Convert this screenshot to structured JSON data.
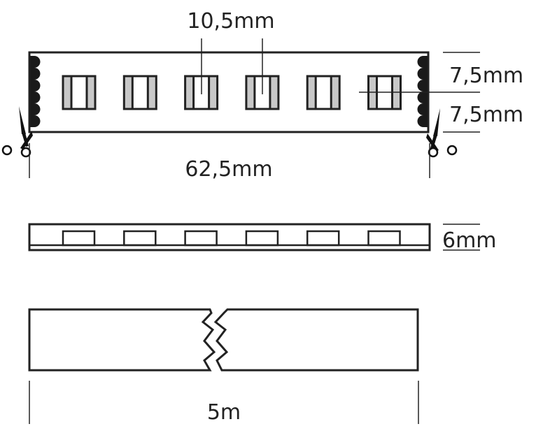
{
  "dimensions": {
    "led_pitch": "10,5mm",
    "pad_offset_top": "7,5mm",
    "pad_offset_bottom": "7,5mm",
    "segment_length": "62,5mm",
    "height": "6mm",
    "reel_length": "5m"
  },
  "led_count_per_segment": 6,
  "colors": {
    "line": "#222222",
    "led_side": "#c8c8c8",
    "pad": "#1a1a1a"
  }
}
